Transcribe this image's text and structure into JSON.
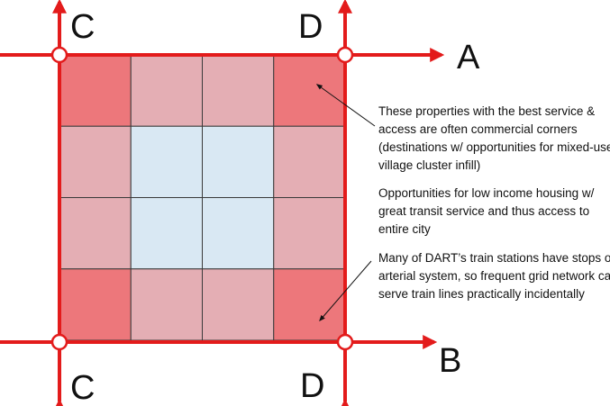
{
  "labels": {
    "top_left": "C",
    "top_right": "D",
    "right_top": "A",
    "right_bottom": "B",
    "bottom_left": "C",
    "bottom_right": "D"
  },
  "annotations": [
    "These properties with the best service &\naccess are often commercial corners\n(destinations w/ opportunities for mixed-use\nvillage cluster infill)",
    "Opportunities for low income housing w/\ngreat transit service and thus access to\nentire city",
    "Many of DART’s train stations have stops on\narterial system, so frequent grid network can\nserve train lines practically incidentally"
  ],
  "grid": {
    "rows": [
      [
        "corner",
        "edge",
        "edge",
        "corner"
      ],
      [
        "edge",
        "interior",
        "interior",
        "edge"
      ],
      [
        "edge",
        "interior",
        "interior",
        "edge"
      ],
      [
        "corner",
        "edge",
        "edge",
        "corner"
      ]
    ]
  },
  "colors": {
    "corner": "#ed777b",
    "edge": "#e4aeb4",
    "interior": "#d9e8f3",
    "road": "#e31b1b"
  }
}
